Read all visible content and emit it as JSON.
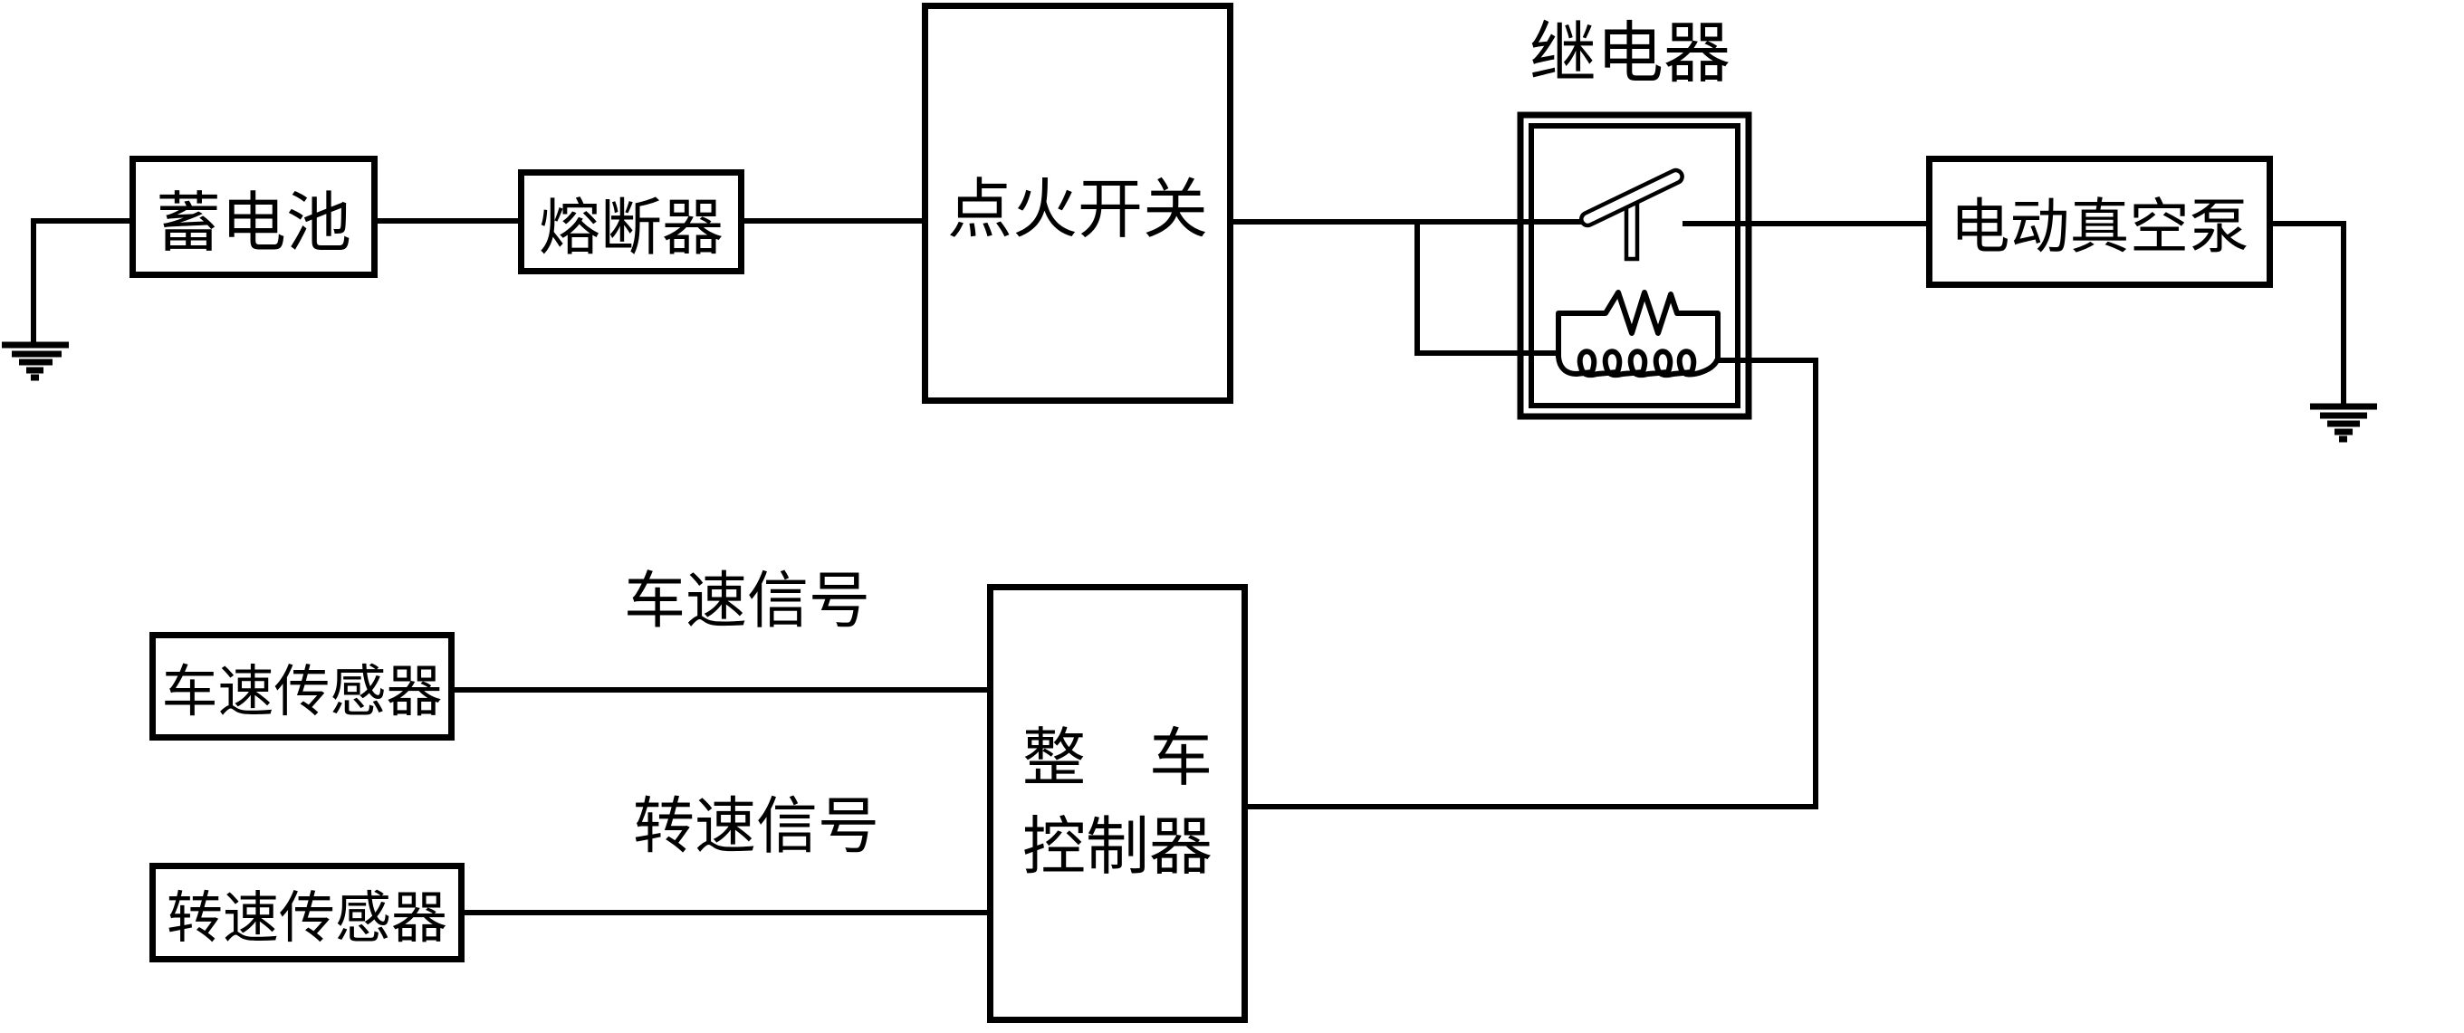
{
  "diagram": {
    "type": "circuit-block-diagram",
    "colors": {
      "line": "#000000",
      "background": "#ffffff"
    },
    "boxes": {
      "battery": {
        "label": "蓄电池"
      },
      "fuse": {
        "label": "熔断器"
      },
      "ignition_switch": {
        "label": "点火开关"
      },
      "relay": {
        "label": "继电器"
      },
      "vacuum_pump": {
        "label": "电动真空泵"
      },
      "speed_sensor": {
        "label": "车速传感器"
      },
      "rpm_sensor": {
        "label": "转速传感器"
      },
      "vehicle_controller": {
        "label_line1": "整　车",
        "label_line2": "控制器"
      }
    },
    "signals": {
      "speed_signal": {
        "label": "车速信号"
      },
      "rpm_signal": {
        "label": "转速信号"
      }
    },
    "symbols": {
      "ground_left": "ground-symbol",
      "ground_right": "ground-symbol",
      "relay_switch": "relay-contact-switch",
      "relay_coil": "relay-coil-with-resistor"
    }
  }
}
